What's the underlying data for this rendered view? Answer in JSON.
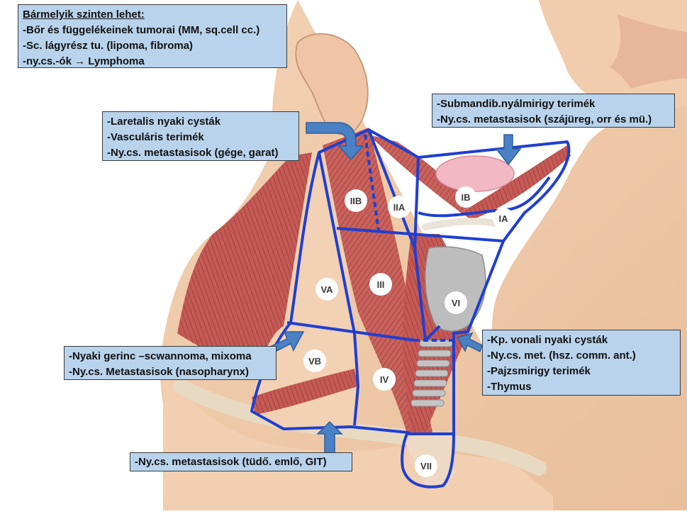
{
  "colors": {
    "level_lines": "#1f3fd1",
    "skin": "#f4d3b4",
    "muscle": "#c8605a",
    "label_box": "#b9d3ec",
    "arrow": "#4a80c4"
  },
  "boxes": {
    "general": {
      "title": "Bármelyik szinten lehet:",
      "lines": [
        "-Bőr és függelékeinek tumorai (MM, sq.cell cc.)",
        "-Sc. lágyrész tu. (lipoma, fibroma)",
        "-ny.cs.-ók → Lymphoma"
      ]
    },
    "level2_lateral": {
      "lines": [
        "-Laretalis nyaki cysták",
        "-Vasculáris terimék",
        "-Ny.cs. metastasisok (gége, garat)"
      ]
    },
    "level1_submandib": {
      "lines": [
        "-Submandib.nyálmirigy terimék",
        "-Ny.cs. metastasisok (szájüreg, orr és mü.)"
      ]
    },
    "level5_posterior": {
      "lines": [
        "-Nyaki gerinc –scwannoma, mixoma",
        "-Ny.cs. Metastasisok (nasopharynx)"
      ]
    },
    "level6_central": {
      "lines": [
        "-Kp. vonali nyaki cysták",
        "-Ny.cs. met. (hsz. comm. ant.)",
        "-Pajzsmirigy terimék",
        "-Thymus"
      ]
    },
    "level4_lower": {
      "lines": [
        "-Ny.cs. metastasisok (tüdő. emlő, GIT)"
      ]
    }
  },
  "levels": {
    "IA": "IA",
    "IB": "IB",
    "IIA": "IIA",
    "IIB": "IIB",
    "III": "III",
    "IV": "IV",
    "VA": "VA",
    "VB": "VB",
    "VI": "VI",
    "VII": "VII"
  }
}
